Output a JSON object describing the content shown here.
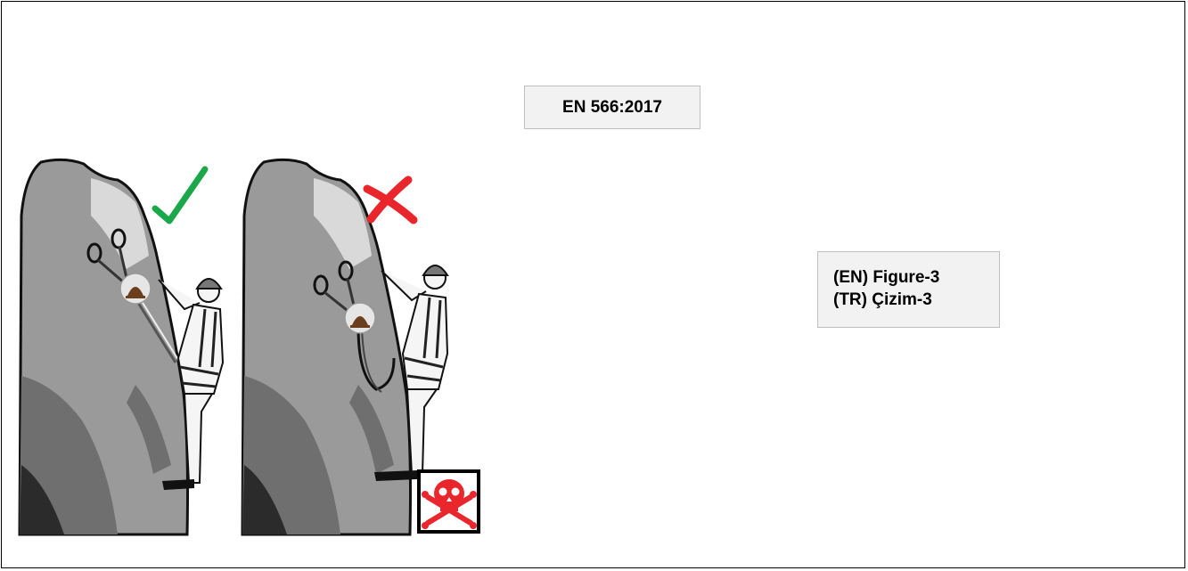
{
  "standard": {
    "label": "EN 566:2017"
  },
  "figure": {
    "label_en": "(EN) Figure-3",
    "label_tr": "(TR) Çizim-3"
  },
  "illustration": {
    "panels": [
      {
        "status": "correct",
        "icon": "check-icon",
        "status_color": "#1aa84b"
      },
      {
        "status": "wrong",
        "icon": "cross-icon",
        "status_color": "#e8262c",
        "warning_icon": "skull-crossbones-icon"
      }
    ]
  }
}
